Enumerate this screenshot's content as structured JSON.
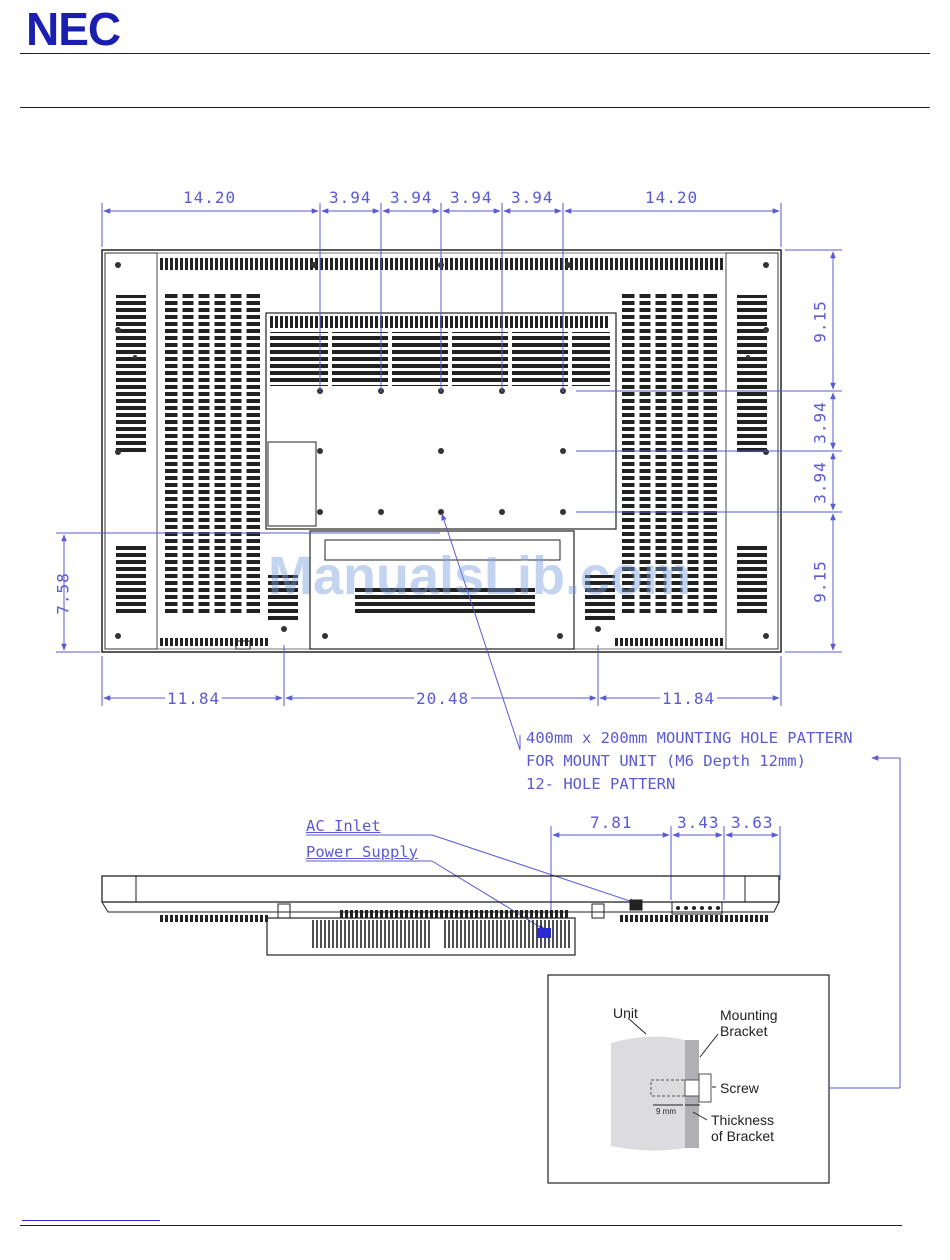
{
  "brand": {
    "logo_text": "NEC",
    "logo_color": "#1b1fb0"
  },
  "colors": {
    "dimension": "#5a5ad6",
    "drawing": "#222222"
  },
  "rear_view": {
    "top_dims": [
      "14.20",
      "3.94",
      "3.94",
      "3.94",
      "3.94",
      "14.20"
    ],
    "right_dims": [
      "9.15",
      "3.94",
      "3.94",
      "9.15"
    ],
    "left_dim": "7.58",
    "bottom_dims": [
      "11.84",
      "20.48",
      "11.84"
    ]
  },
  "watermark": "ManualsLib.com",
  "mounting_note": {
    "line1": "400mm x 200mm MOUNTING HOLE PATTERN",
    "line2": "FOR MOUNT UNIT (M6 Depth 12mm)",
    "line3": "12- HOLE PATTERN"
  },
  "bottom_view": {
    "labels": [
      "AC Inlet",
      "Power Supply"
    ],
    "dims": [
      "7.81",
      "3.43",
      "3.63"
    ]
  },
  "inset": {
    "unit": "Unit",
    "bracket_line1": "Mounting",
    "bracket_line2": "Bracket",
    "screw": "Screw",
    "depth": "9 mm",
    "thickness_line1": "Thickness",
    "thickness_line2": "of Bracket"
  }
}
